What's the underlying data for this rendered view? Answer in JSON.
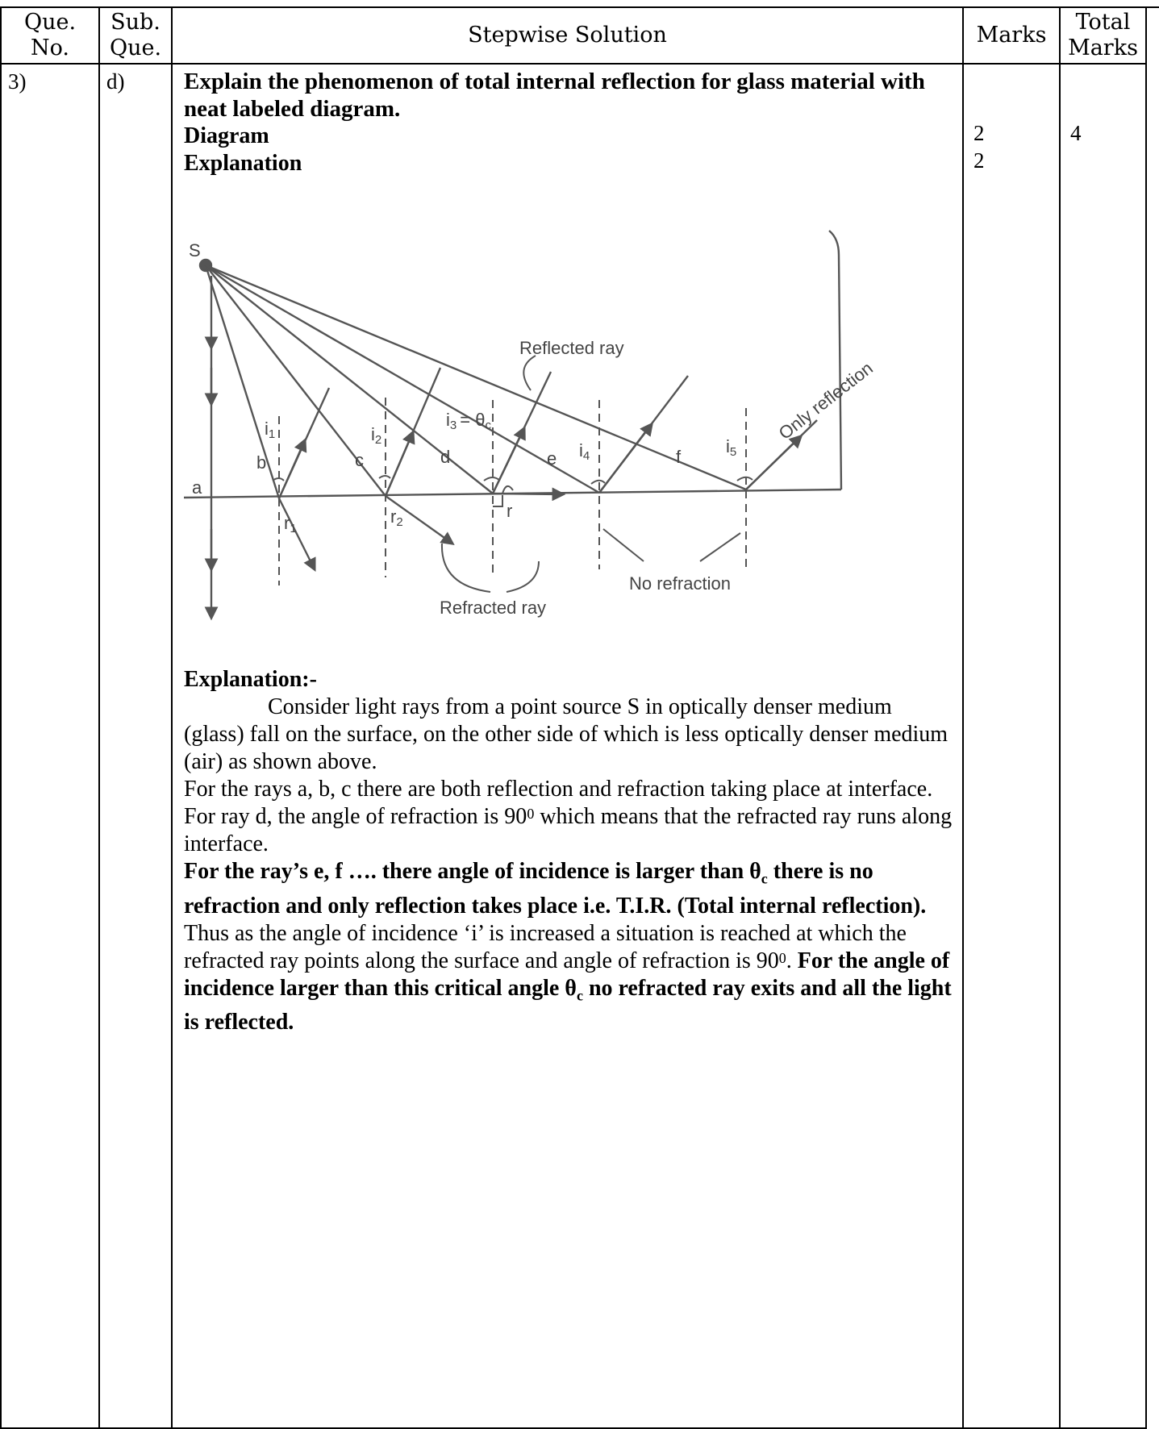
{
  "header": {
    "col_que_no": "Que. No.",
    "col_sub_que": "Sub. Que.",
    "col_solution": "Stepwise Solution",
    "col_marks": "Marks",
    "col_total": "Total Marks"
  },
  "row": {
    "que_no": "3)",
    "sub_que": "d)",
    "question": "Explain the phenomenon of total internal reflection for glass material with neat labeled diagram.",
    "steps": [
      {
        "label": "Diagram",
        "marks": "2"
      },
      {
        "label": "Explanation",
        "marks": "2"
      }
    ],
    "total_marks": "4"
  },
  "diagram": {
    "source_label": "S",
    "ray_labels": [
      "a",
      "b",
      "c",
      "d",
      "e",
      "f"
    ],
    "incidence_labels": [
      "i",
      "i",
      "i",
      "i",
      "i"
    ],
    "incidence_subscripts": [
      "1",
      "2",
      "3",
      "4",
      "5"
    ],
    "critical_equals": "= θ",
    "critical_sub": "c",
    "refraction_labels": [
      "r",
      "r",
      "r"
    ],
    "refraction_subscripts": [
      "1",
      "2",
      ""
    ],
    "reflected_ray": "Reflected ray",
    "refracted_ray": "Refracted ray",
    "no_refraction": "No refraction",
    "only_reflection": "Only reflection"
  },
  "explanation": {
    "heading": "Explanation:-",
    "p1": "Consider light rays from a point source S in optically denser medium (glass) fall on the surface, on the other side of which is less optically denser medium (air) as shown above.",
    "p2": "For the rays a, b, c there are both reflection and refraction taking place at interface.",
    "p3_a": "For ray d, the angle of refraction is 90",
    "p3_sup": "0",
    "p3_b": "which means that the refracted ray runs along interface.",
    "p4_a": "For the ray’s e, f …. there angle of incidence is larger than θ",
    "p4_sub": "c",
    "p4_b": "there is no refraction and only reflection takes place i.e. T.I.R. (Total internal reflection).",
    "p5_a": "Thus as the angle of incidence ‘i’ is increased a situation is reached at which the refracted ray points along the surface and angle of refraction is 90",
    "p5_sup": "0",
    "p5_b": ".",
    "p5_bold_a": "For the angle of incidence larger than this critical angle θ",
    "p5_bold_sub": "c",
    "p5_bold_b": "no refracted ray exits and all the light is reflected."
  }
}
